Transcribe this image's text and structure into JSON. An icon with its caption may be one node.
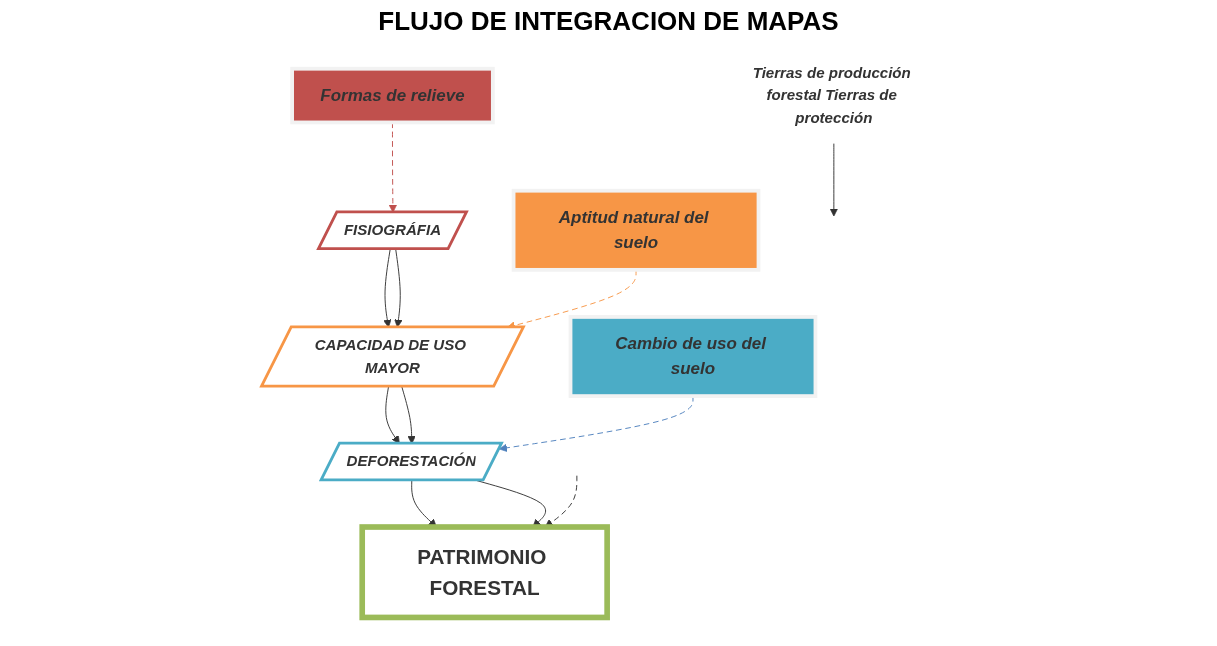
{
  "diagram": {
    "title": "FLUJO DE INTEGRACION DE MAPAS",
    "nodes": [
      {
        "text": [
          "FISIOGRÁFIA"
        ]
      },
      {
        "text": [
          "CAPACIDAD DE USO MAYOR"
        ]
      },
      {
        "text": [
          "DEFORESTACIÓN"
        ]
      },
      {
        "text": [
          "PATRIMONIO FORESTAL"
        ]
      },
      {
        "text": [
          "Formas de relieve"
        ]
      },
      {
        "text": [
          "Aptitud natural del suelo"
        ]
      },
      {
        "text": [
          "Cambio de uso del suelo"
        ]
      },
      {
        "text": [
          "Tierras de producción forestal Tierras de protección"
        ]
      }
    ],
    "edges": [
      {
        "from": 0,
        "to": 1,
        "arrow": "to"
      },
      {
        "from": 0,
        "to": 1,
        "arrow": "to"
      },
      {
        "from": 1,
        "to": 2,
        "arrow": "to"
      },
      {
        "from": 1,
        "to": 2,
        "arrow": "to"
      },
      {
        "from": 2,
        "to": 3,
        "arrow": "to"
      },
      {
        "from": 2,
        "to": 3,
        "arrow": "to"
      },
      {
        "from": null,
        "to": 3,
        "arrow": "to",
        "style": "dashed"
      },
      {
        "from": 4,
        "to": 0,
        "arrow": "to",
        "style": "dashed",
        "color": "#c0504d"
      },
      {
        "from": 5,
        "to": 1,
        "arrow": "to",
        "style": "dashed",
        "color": "#f79646"
      },
      {
        "from": 6,
        "to": 2,
        "arrow": "to",
        "style": "dashed",
        "color": "#4f81bd"
      },
      {
        "from": 7,
        "to": null,
        "arrow": "to"
      }
    ]
  }
}
